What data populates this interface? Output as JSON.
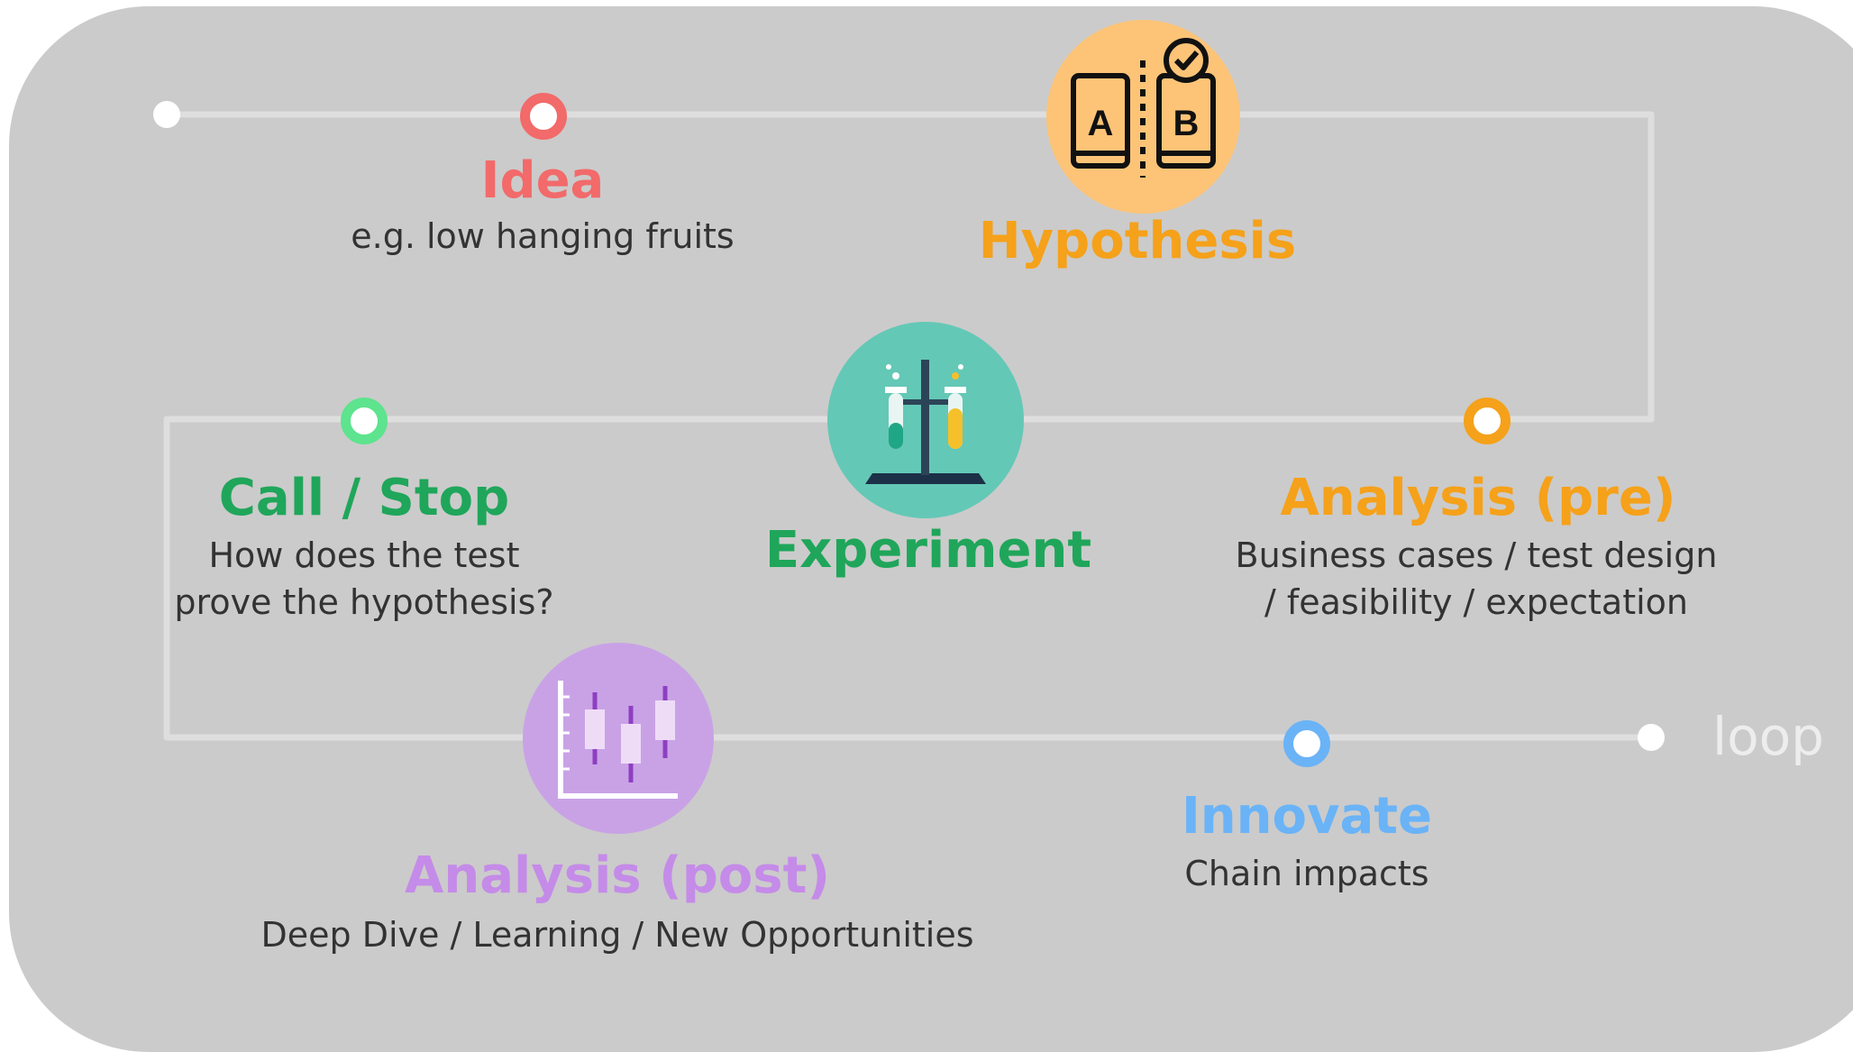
{
  "colors": {
    "background": "#cbcbcb",
    "track": "#dedede",
    "idea": "#f26a6a",
    "hypothesis": "#f5a11a",
    "analysis_pre": "#f5a11a",
    "experiment": "#1fa65a",
    "call_stop": "#1fa65a",
    "call_stop_ring": "#5ee38e",
    "analysis_post": "#c58be8",
    "innovate": "#6ab3f7",
    "subtext": "#333333",
    "loop": "#ededed"
  },
  "nodes": {
    "idea": {
      "title": "Idea",
      "subtitle": [
        "e.g. low hanging fruits"
      ]
    },
    "hypothesis": {
      "title": "Hypothesis",
      "icon": "ab-test-icon"
    },
    "experiment": {
      "title": "Experiment",
      "icon": "test-tubes-icon"
    },
    "analysis_pre": {
      "title": "Analysis (pre)",
      "subtitle": [
        "Business cases / test design",
        "/ feasibility / expectation"
      ]
    },
    "call_stop": {
      "title": "Call / Stop",
      "subtitle": [
        "How does the test",
        "prove the hypothesis?"
      ]
    },
    "analysis_post": {
      "title": "Analysis (post)",
      "subtitle": [
        "Deep Dive / Learning / New Opportunities"
      ],
      "icon": "candlestick-chart-icon"
    },
    "innovate": {
      "title": "Innovate",
      "subtitle": [
        "Chain impacts"
      ]
    }
  },
  "loop_label": "loop"
}
